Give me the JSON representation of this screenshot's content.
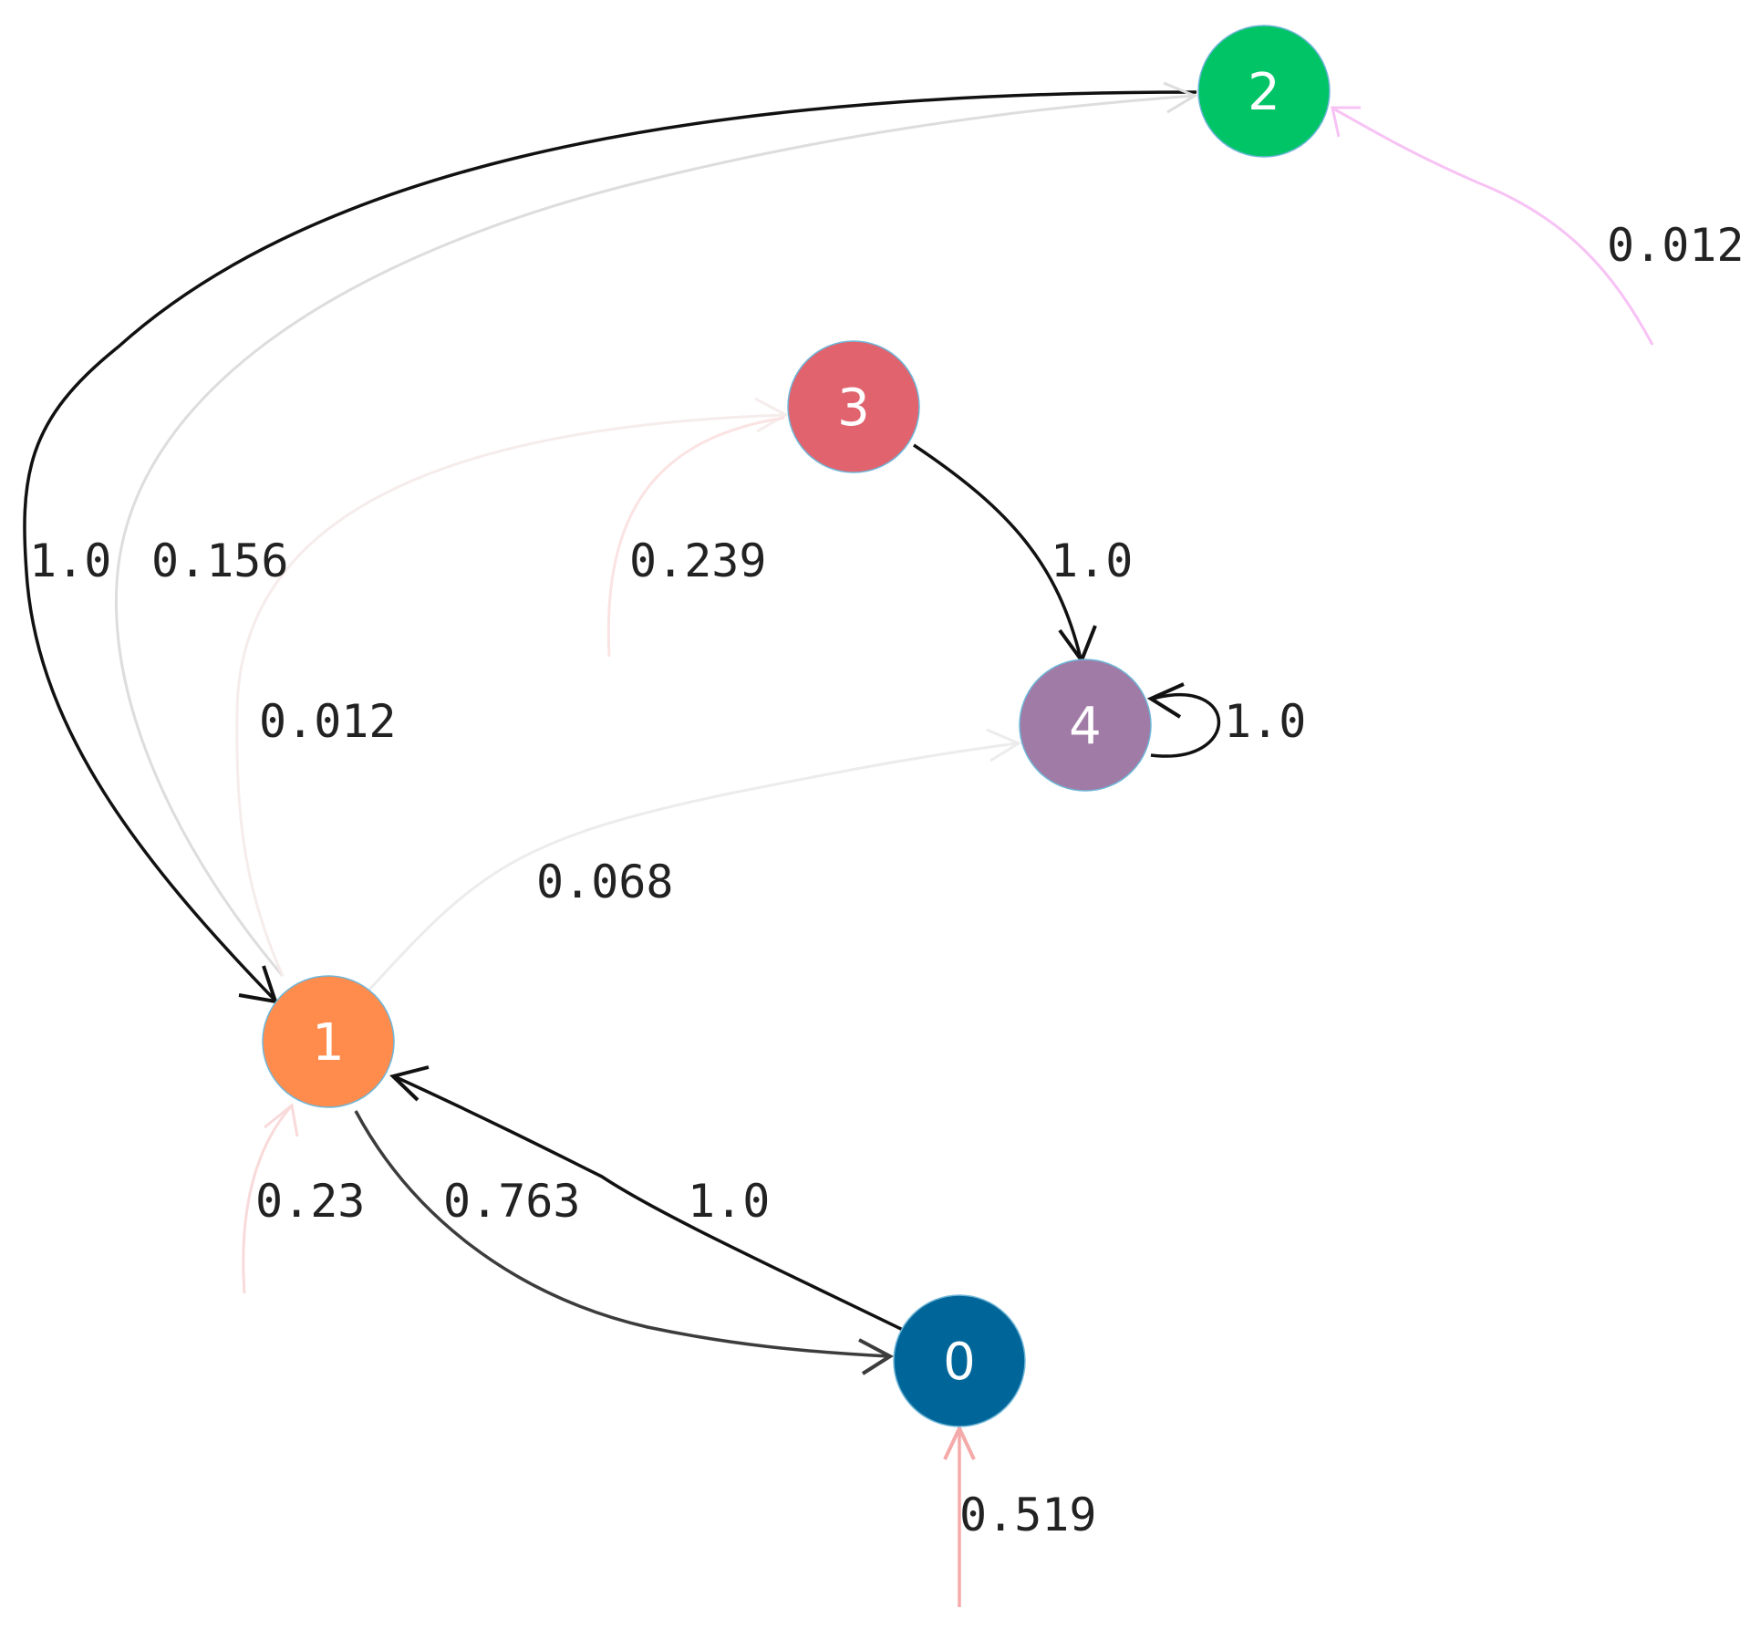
{
  "diagram": {
    "nodes": [
      {
        "id": "0",
        "label": "0",
        "color": "#006699"
      },
      {
        "id": "1",
        "label": "1",
        "color": "#ff8c4d"
      },
      {
        "id": "2",
        "label": "2",
        "color": "#00c466"
      },
      {
        "id": "3",
        "label": "3",
        "color": "#e0636e"
      },
      {
        "id": "4",
        "label": "4",
        "color": "#a07ba6"
      }
    ],
    "edges": [
      {
        "id": "e-2-1",
        "from": "2",
        "to": "1",
        "label": "1.0",
        "color": "#111111"
      },
      {
        "id": "e-1-2",
        "from": "1",
        "to": "2",
        "label": "0.156",
        "color": "#dddddd"
      },
      {
        "id": "e-1-3",
        "from": "1",
        "to": "3",
        "label": "0.012",
        "color": "#f6ecec"
      },
      {
        "id": "e-1-4",
        "from": "1",
        "to": "4",
        "label": "0.068",
        "color": "#ececec"
      },
      {
        "id": "e-3-4",
        "from": "3",
        "to": "4",
        "label": "1.0",
        "color": "#111111"
      },
      {
        "id": "e-4-4",
        "from": "4",
        "to": "4",
        "label": "1.0",
        "color": "#111111"
      },
      {
        "id": "e-0-1",
        "from": "0",
        "to": "1",
        "label": "1.0",
        "color": "#111111"
      },
      {
        "id": "e-1-0",
        "from": "1",
        "to": "0",
        "label": "0.763",
        "color": "#3c3c3c"
      },
      {
        "id": "e-start-2",
        "from": "start",
        "to": "2",
        "label": "0.012",
        "color": "#f7c2f4"
      },
      {
        "id": "e-start-3",
        "from": "start",
        "to": "3",
        "label": "0.239",
        "color": "#fbe3e3"
      },
      {
        "id": "e-start-1",
        "from": "start",
        "to": "1",
        "label": "0.23",
        "color": "#f9dada"
      },
      {
        "id": "e-start-0",
        "from": "start",
        "to": "0",
        "label": "0.519",
        "color": "#f5aaaa"
      }
    ]
  }
}
